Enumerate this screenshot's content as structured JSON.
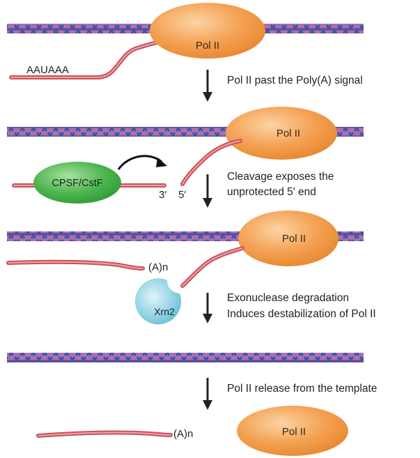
{
  "stage1": {
    "pol_label": "Pol II",
    "signal_label": "AAUAAA",
    "step_text": "Pol II past the Poly(A) signal"
  },
  "stage2": {
    "pol_label": "Pol II",
    "complex_label": "CPSF/CstF",
    "end3_label": "3′",
    "end5_label": "5′",
    "step_line1": "Cleavage exposes the",
    "step_line2": "unprotected 5′ end"
  },
  "stage3": {
    "pol_label": "Pol II",
    "polyA_label": "(A)n",
    "exonuclease_label": "Xrn2",
    "step_line1": "Exonuclease degradation",
    "step_line2": "Induces destabilization of Pol II"
  },
  "stage4": {
    "step_text": "Pol II release from the template",
    "polyA_label": "(A)n",
    "pol_label": "Pol II"
  },
  "colors": {
    "dna_blue": "#4f64b8",
    "dna_purple": "#8a4c9e",
    "dna_pink": "#d77aa8",
    "rna": "#e07a82",
    "pol_ii": "#f29a4a",
    "cpsf": "#49b24c",
    "xrn2": "#8fd2e3",
    "arrow": "#222222"
  }
}
